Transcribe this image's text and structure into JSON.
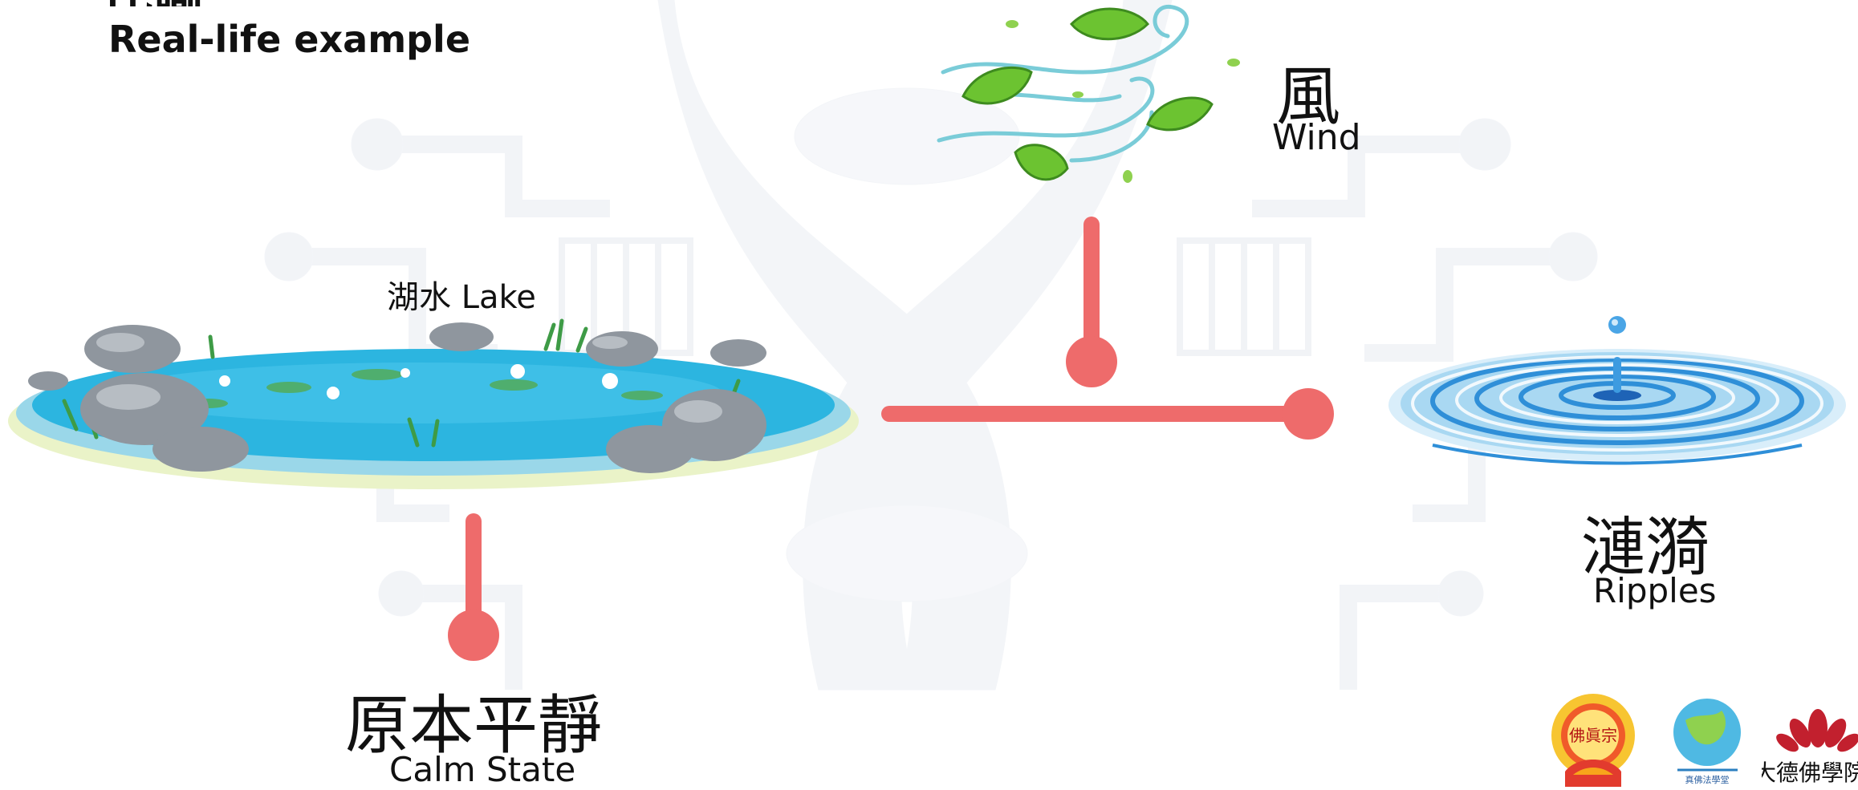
{
  "header": {
    "title_partial": "比喻",
    "subtitle": "Real-life example"
  },
  "nodes": {
    "lake": {
      "label": "湖水 Lake"
    },
    "wind": {
      "zh": "風",
      "en": "Wind"
    },
    "ripples": {
      "zh": "漣漪",
      "en": "Ripples"
    },
    "calm": {
      "zh": "原本平靜",
      "en": "Calm State"
    }
  },
  "logos": {
    "logo_1_text": "佛眞宗",
    "logo_2_text": "真佛法學堂",
    "logo_3_text": "大德佛學院"
  },
  "colors": {
    "connector": "#EE6B6B",
    "water": "#2CB5E0",
    "leaf": "#6CC331",
    "watermark": "#F3F5F8"
  }
}
